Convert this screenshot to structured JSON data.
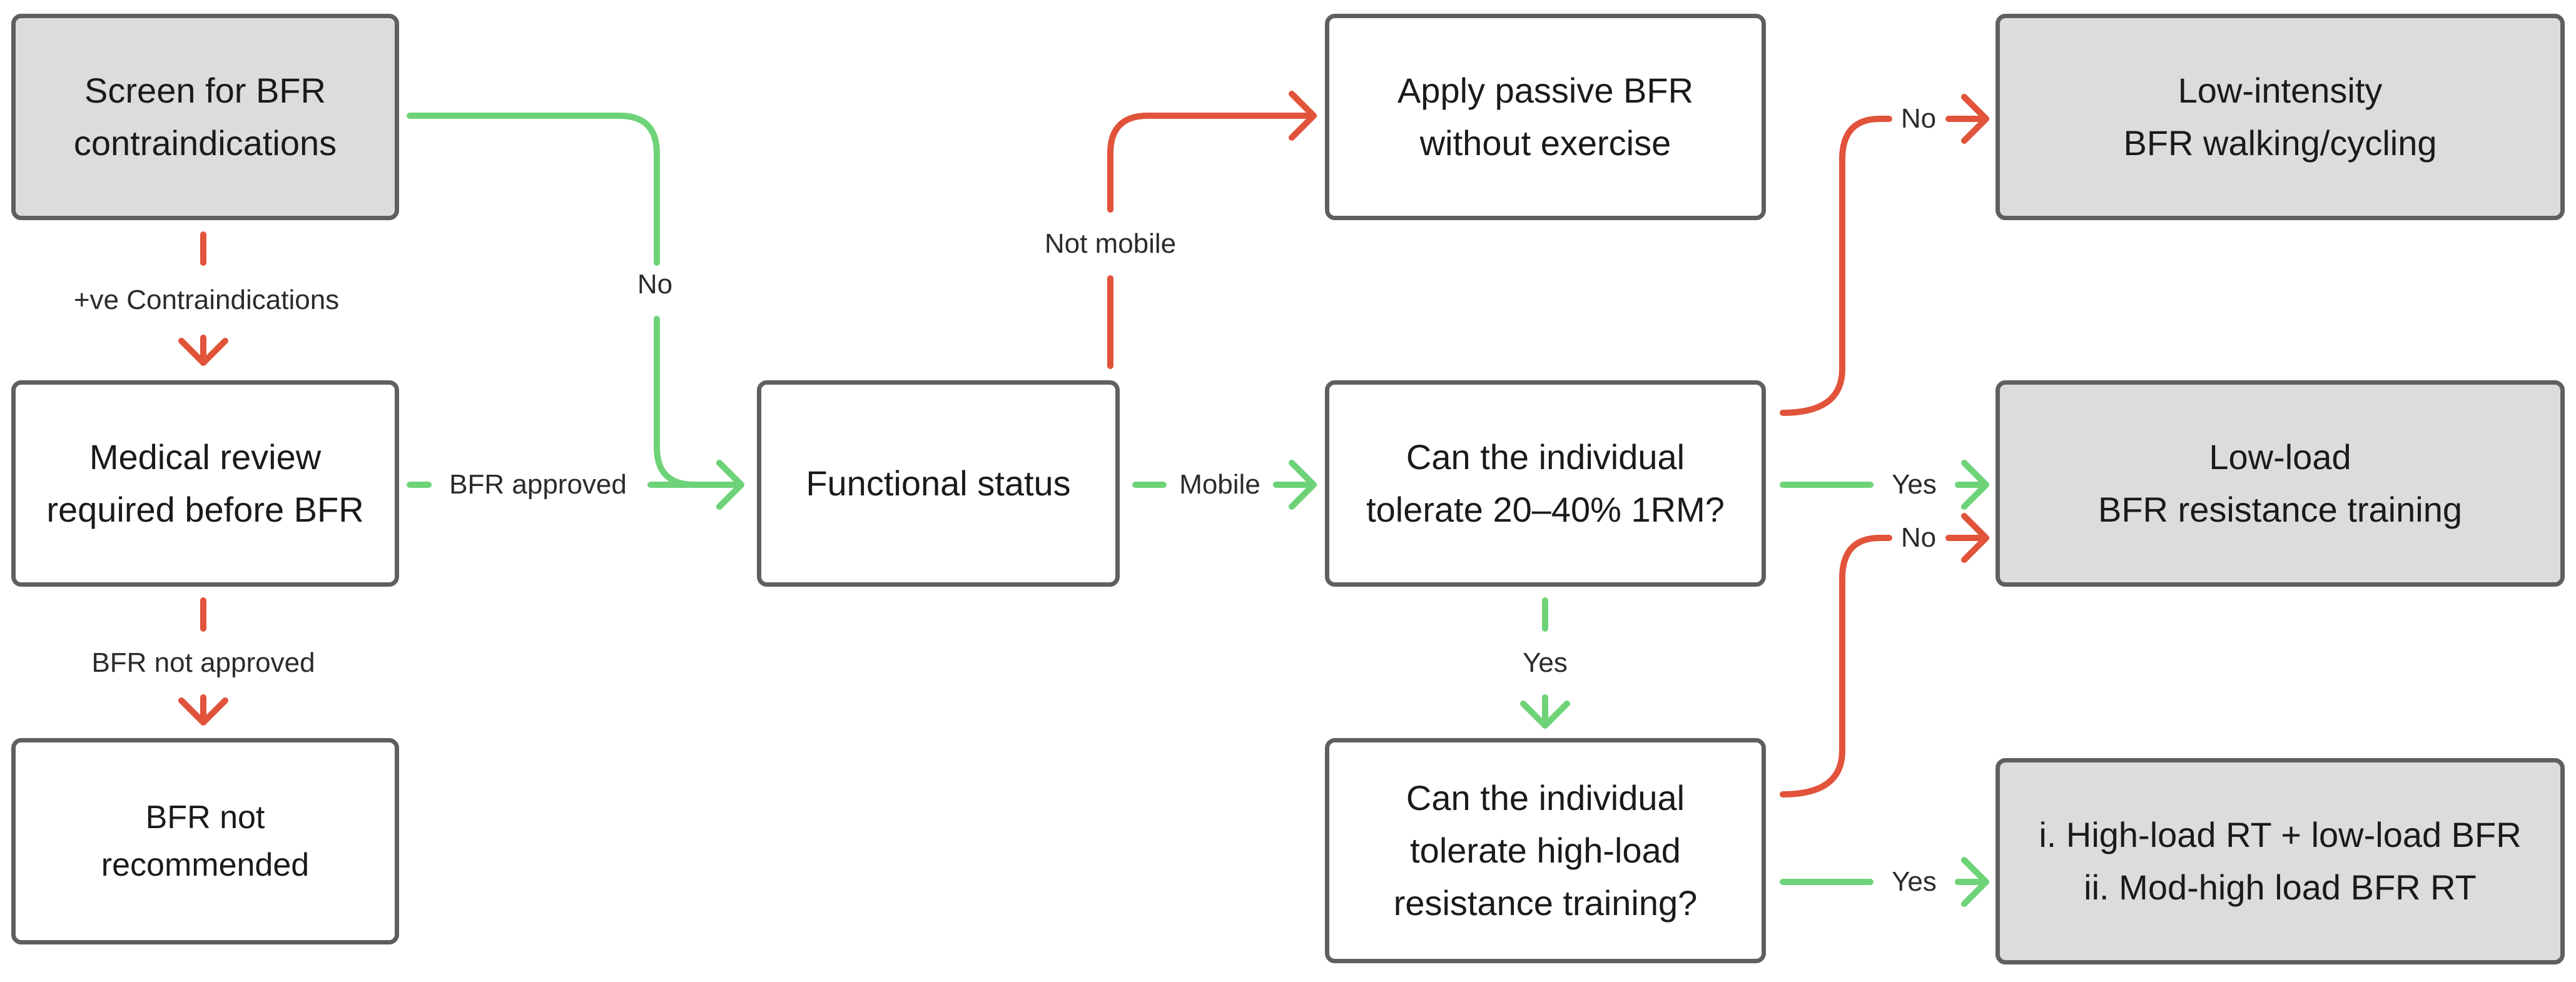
{
  "colors": {
    "no_path": "#e1533a",
    "yes_path": "#6ed378",
    "box_border": "#5f5f5f",
    "terminal_fill": "#dcdcdc"
  },
  "nodes": {
    "screen": {
      "lines": [
        "Screen for BFR",
        "contraindications"
      ]
    },
    "medical_review": {
      "lines": [
        "Medical review",
        "required before BFR"
      ]
    },
    "not_recommended": {
      "lines": [
        "BFR not",
        "recommended"
      ]
    },
    "functional_status": {
      "lines": [
        "Functional status"
      ]
    },
    "passive_bfr": {
      "lines": [
        "Apply passive BFR",
        "without exercise"
      ]
    },
    "tolerate_20_40": {
      "lines": [
        "Can the individual",
        "tolerate 20–40% 1RM?"
      ]
    },
    "tolerate_high_load": {
      "lines": [
        "Can the individual",
        "tolerate high-load",
        "resistance training?"
      ]
    },
    "low_intensity": {
      "lines": [
        "Low-intensity",
        "BFR walking/cycling"
      ]
    },
    "low_load": {
      "lines": [
        "Low-load",
        "BFR resistance training"
      ]
    },
    "high_load_options": {
      "lines": [
        "i. High-load RT + low-load BFR",
        "ii. Mod-high load BFR RT"
      ]
    }
  },
  "edges": {
    "contraindications": "+ve Contraindications",
    "no_contra": "No",
    "bfr_approved": "BFR approved",
    "bfr_not_approved": "BFR not approved",
    "not_mobile": "Not mobile",
    "mobile": "Mobile",
    "tol20_no": "No",
    "tol20_yes": "Yes",
    "tol20_yes_down": "Yes",
    "high_no": "No",
    "high_yes": "Yes"
  }
}
